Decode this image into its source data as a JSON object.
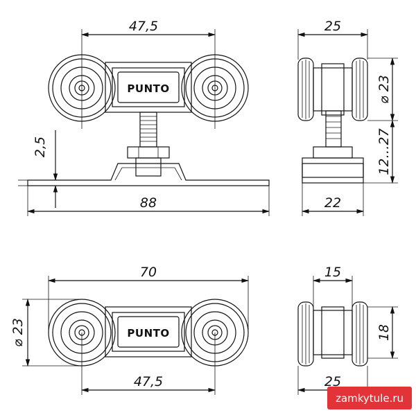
{
  "brand_label": "PUNTO",
  "dimensions": {
    "top_front_spacing": "47,5",
    "overall_length": "88",
    "plate_thickness": "2,5",
    "side_width_top": "25",
    "wheel_diameter_top": "⌀ 23",
    "height_range": "12…27",
    "plate_width": "22",
    "bottom_length": "70",
    "wheel_diameter_bottom": "⌀ 23",
    "bottom_spacing": "47,5",
    "side_inner_width": "15",
    "side_height": "18",
    "side_width_bottom": "25"
  },
  "watermark": "zamkytule.ru",
  "colors": {
    "line": "#111111",
    "watermark_bg": "#e13338",
    "watermark_text": "#ffffff"
  }
}
